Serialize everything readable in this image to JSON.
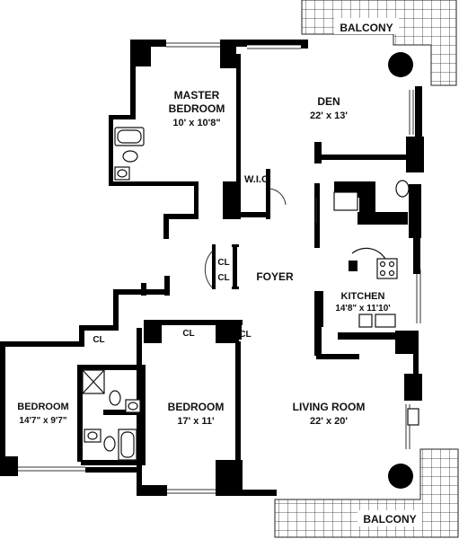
{
  "labels": {
    "balcony_top": "BALCONY",
    "balcony_bottom": "BALCONY",
    "master_bedroom_name_1": "MASTER",
    "master_bedroom_name_2": "BEDROOM",
    "master_bedroom_dim": "10' x 10'8\"",
    "den_name": "DEN",
    "den_dim": "22' x 13'",
    "wic": "W.I.C.",
    "cl_foyer_1": "CL",
    "cl_foyer_2": "CL",
    "foyer": "FOYER",
    "kitchen_name": "KITCHEN",
    "kitchen_dim": "14'8\" x 11'10'",
    "cl_left": "CL",
    "cl_center": "CL",
    "cl_right": "CL",
    "bedroom_left_name": "BEDROOM",
    "bedroom_left_dim": "14'7\" x 9'7\"",
    "bedroom_center_name": "BEDROOM",
    "bedroom_center_dim": "17' x 11'",
    "living_room_name": "LIVING ROOM",
    "living_room_dim": "22' x 20'"
  },
  "colors": {
    "wall": "#000000",
    "background": "#ffffff",
    "line": "#222222"
  }
}
